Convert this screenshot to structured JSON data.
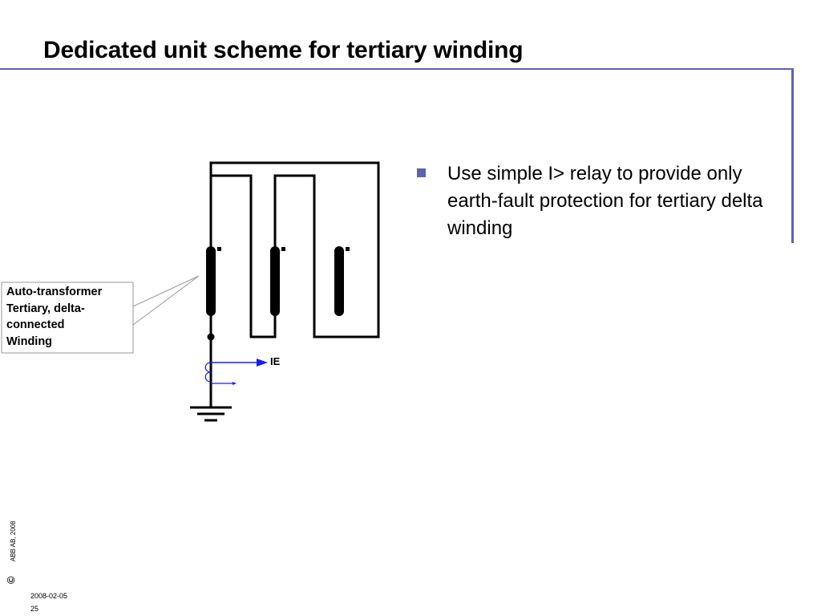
{
  "slide": {
    "title": "Dedicated unit scheme for tertiary winding",
    "bullets": [
      "Use simple I> relay to provide only earth-fault protection for tertiary delta winding"
    ]
  },
  "diagram": {
    "callout_lines": [
      "Auto-transformer",
      "Tertiary, delta-",
      "connected",
      "Winding"
    ],
    "current_label": "IE"
  },
  "footer": {
    "copyright_symbol": "©",
    "copyright_text": "ABB AB, 2008",
    "date": "2008-02-05",
    "page": "25"
  },
  "colors": {
    "accent": "#5b63b0",
    "arrow": "#1a1aff"
  }
}
